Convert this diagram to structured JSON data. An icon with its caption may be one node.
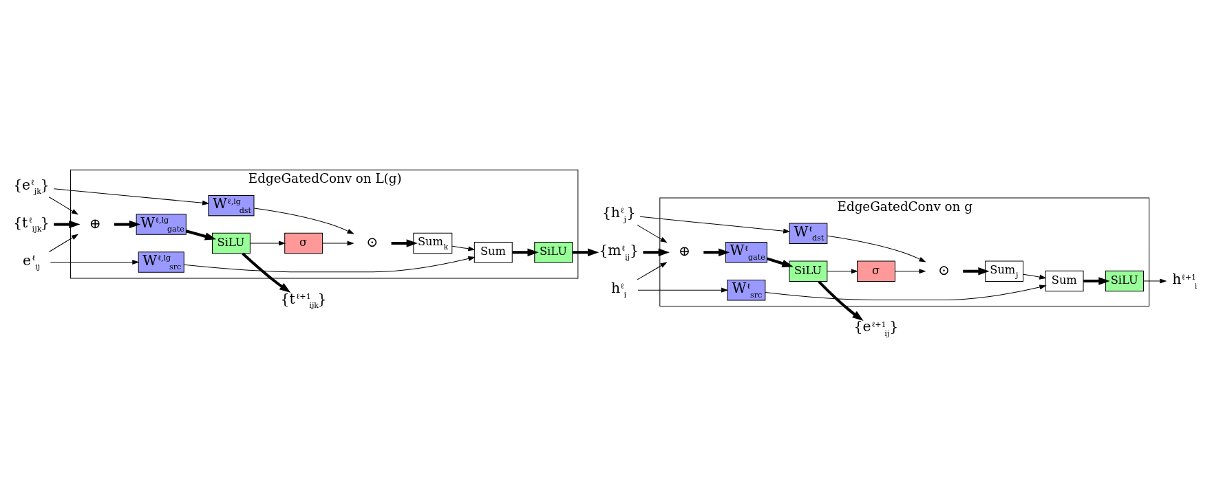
{
  "diagram": {
    "nodes": [
      {
        "text": [
          "EdgeGatedConv on L(g)"
        ]
      },
      {
        "text": [
          "e$^{ℓ}$$_{ij}$"
        ]
      },
      {
        "text": [
          "{e$^{ℓ}$$_{jk}$}"
        ]
      },
      {
        "text": [
          "{t$^{ℓ}$$_{ijk}$}"
        ]
      },
      {
        "text": [
          "W$^{ℓ,lg}$$_{src}$"
        ],
        "in": 0
      },
      {
        "text": [
          "Sum"
        ],
        "in": 0
      },
      {
        "text": [
          "SiLU"
        ],
        "in": 0
      },
      {
        "text": [
          "W$^{ℓ,lg}$$_{dst}$"
        ],
        "in": 0
      },
      {
        "text": [
          "⊙"
        ],
        "in": 0
      },
      {
        "text": [
          "Sum$_{k}$"
        ],
        "in": 0
      },
      {
        "text": [
          "σ"
        ],
        "in": 0
      },
      {
        "text": [
          "⊕"
        ],
        "in": 0
      },
      {
        "text": [
          "W$^{ℓ,lg}$$_{gate}$"
        ],
        "in": 0
      },
      {
        "text": [
          "SiLU"
        ],
        "in": 0
      },
      {
        "text": [
          "{t$^{ℓ+1}$$_{ijk}$}"
        ]
      },
      {
        "text": [
          "{m$^{ℓ}$$_{ij}$}"
        ]
      },
      {
        "text": [
          "EdgeGatedConv on g"
        ]
      },
      {
        "text": [
          "h$^{ℓ}$$_{i}$"
        ]
      },
      {
        "text": [
          "{h$^{ℓ}$$_{j}$}"
        ]
      },
      {
        "text": [
          "W$^{ℓ}$$_{src}$"
        ],
        "in": 16
      },
      {
        "text": [
          "Sum"
        ],
        "in": 16
      },
      {
        "text": [
          "SiLU"
        ],
        "in": 16
      },
      {
        "text": [
          "h$^{ℓ+1}$$_{i}$"
        ]
      },
      {
        "text": [
          "W$^{ℓ}$$_{dst}$"
        ],
        "in": 16
      },
      {
        "text": [
          "⊙"
        ],
        "in": 16
      },
      {
        "text": [
          "Sum$_{j}$"
        ],
        "in": 16
      },
      {
        "text": [
          "σ"
        ],
        "in": 16
      },
      {
        "text": [
          "⊕"
        ],
        "in": 16
      },
      {
        "text": [
          "W$^{ℓ}$$_{gate}$"
        ],
        "in": 16
      },
      {
        "text": [
          "SiLU"
        ],
        "in": 16
      },
      {
        "text": [
          "{e$^{ℓ+1}$$_{ij}$}"
        ]
      }
    ],
    "edges": [
      {
        "from": 1,
        "to": 4,
        "arrow": "to"
      },
      {
        "from": 4,
        "to": 5,
        "arrow": "to"
      },
      {
        "from": 5,
        "to": 6,
        "arrow": "to",
        "style": "thick"
      },
      {
        "from": 6,
        "to": 15,
        "arrow": "to",
        "style": "thick"
      },
      {
        "from": 2,
        "to": 7,
        "arrow": "to"
      },
      {
        "from": 7,
        "to": 8,
        "arrow": "to"
      },
      {
        "from": 8,
        "to": 9,
        "arrow": "to",
        "style": "thick"
      },
      {
        "from": 9,
        "to": 5,
        "arrow": "to"
      },
      {
        "from": 1,
        "to": 11,
        "arrow": "to"
      },
      {
        "from": 2,
        "to": 11,
        "arrow": "to"
      },
      {
        "from": 3,
        "to": 11,
        "arrow": "to",
        "style": "thick"
      },
      {
        "from": 11,
        "to": 12,
        "arrow": "to",
        "style": "thick"
      },
      {
        "from": 12,
        "to": 13,
        "arrow": "to",
        "style": "thick"
      },
      {
        "from": 13,
        "to": 10,
        "arrow": "to"
      },
      {
        "from": 10,
        "to": 8,
        "arrow": "to"
      },
      {
        "from": 13,
        "to": 14,
        "arrow": "to",
        "style": "thick"
      },
      {
        "from": 17,
        "to": 19,
        "arrow": "to"
      },
      {
        "from": 19,
        "to": 20,
        "arrow": "to"
      },
      {
        "from": 20,
        "to": 21,
        "arrow": "to",
        "style": "thick"
      },
      {
        "from": 21,
        "to": 22,
        "arrow": "to"
      },
      {
        "from": 18,
        "to": 23,
        "arrow": "to"
      },
      {
        "from": 23,
        "to": 24,
        "arrow": "to"
      },
      {
        "from": 24,
        "to": 25,
        "arrow": "to",
        "style": "thick"
      },
      {
        "from": 25,
        "to": 20,
        "arrow": "to"
      },
      {
        "from": 17,
        "to": 27,
        "arrow": "to"
      },
      {
        "from": 18,
        "to": 27,
        "arrow": "to"
      },
      {
        "from": 15,
        "to": 27,
        "arrow": "to",
        "style": "thick"
      },
      {
        "from": 27,
        "to": 28,
        "arrow": "to",
        "style": "thick"
      },
      {
        "from": 28,
        "to": 29,
        "arrow": "to",
        "style": "thick"
      },
      {
        "from": 29,
        "to": 26,
        "arrow": "to"
      },
      {
        "from": 26,
        "to": 24,
        "arrow": "to"
      },
      {
        "from": 29,
        "to": 30,
        "arrow": "to",
        "style": "thick"
      }
    ]
  }
}
